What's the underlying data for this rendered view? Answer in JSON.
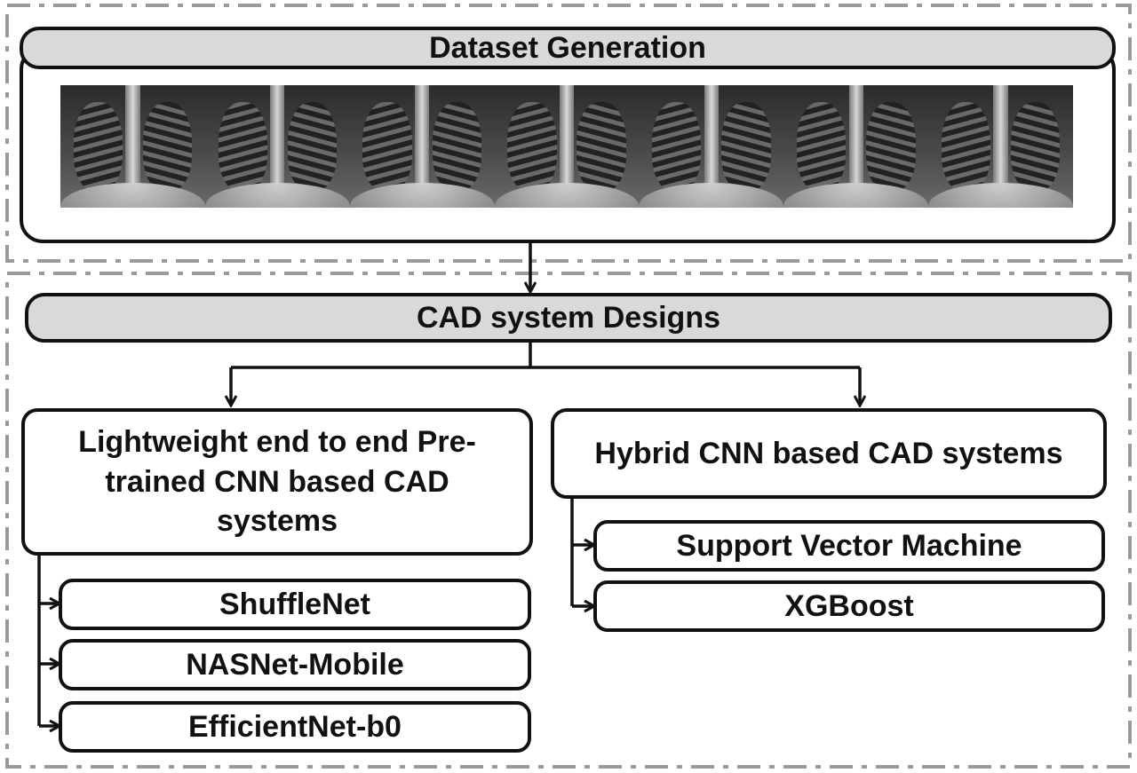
{
  "dataset_generation": {
    "title": "Dataset Generation"
  },
  "xray_images": [
    {
      "icon": "chest-xray-image"
    },
    {
      "icon": "chest-xray-image"
    },
    {
      "icon": "chest-xray-image"
    },
    {
      "icon": "chest-xray-image"
    },
    {
      "icon": "chest-xray-image"
    },
    {
      "icon": "chest-xray-image"
    },
    {
      "icon": "chest-xray-image"
    }
  ],
  "cad_designs": {
    "title": "CAD system Designs"
  },
  "lightweight": {
    "title_line1": "Lightweight end to end Pre-",
    "title_line2": "trained CNN based CAD",
    "title_line3": "systems",
    "models": [
      "ShuffleNet",
      "NASNet-Mobile",
      "EfficientNet-b0"
    ]
  },
  "hybrid": {
    "title": "Hybrid CNN based CAD systems",
    "classifiers": [
      "Support Vector Machine",
      "XGBoost"
    ]
  },
  "colors": {
    "header_fill": "#d9d9d9",
    "stroke": "#111111",
    "dashed_border": "#9a9a9a"
  }
}
